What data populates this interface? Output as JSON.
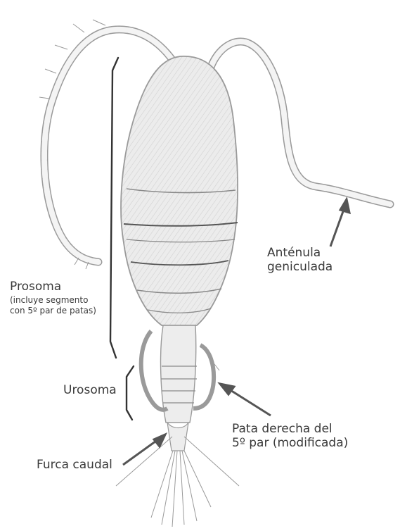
{
  "labels": {
    "prosoma": {
      "title": "Prosoma",
      "note_line1": "(incluye segmento",
      "note_line2": "con 5º par de patas)"
    },
    "urosoma": "Urosoma",
    "antenula": {
      "line1": "Anténula",
      "line2": "geniculada"
    },
    "pata": {
      "line1": "Pata derecha del",
      "line2": "5º par (modificada)"
    },
    "furca": "Furca caudal"
  },
  "colors": {
    "text": "#3a3a3a",
    "line": "#333333",
    "arrow": "#555555",
    "body_fill": "#e9e9e9",
    "body_stroke": "#9a9a9a"
  }
}
